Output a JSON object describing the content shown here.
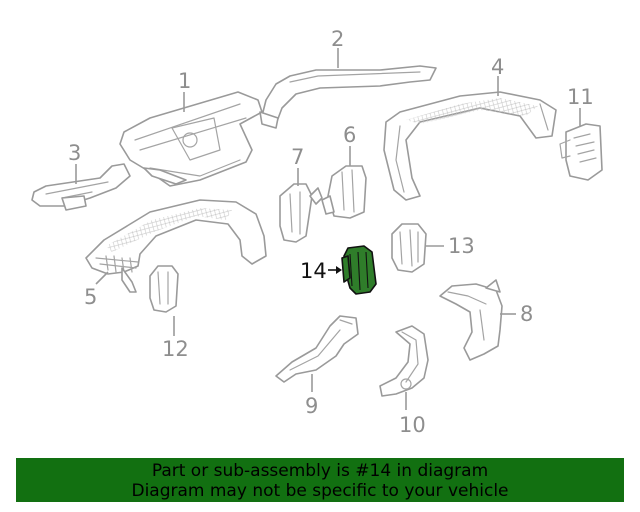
{
  "callouts": {
    "c1": "1",
    "c2": "2",
    "c3": "3",
    "c4": "4",
    "c5": "5",
    "c6": "6",
    "c7": "7",
    "c8": "8",
    "c9": "9",
    "c10": "10",
    "c11": "11",
    "c12": "12",
    "c13": "13",
    "c14": "14"
  },
  "highlight_part": "14",
  "colors": {
    "highlight": "#2f7d2a",
    "banner": "#127011",
    "line": "#9a9a9a"
  },
  "banner": {
    "line1": "Part or sub-assembly is #14 in diagram",
    "line2": "Diagram may not be specific to your vehicle"
  }
}
